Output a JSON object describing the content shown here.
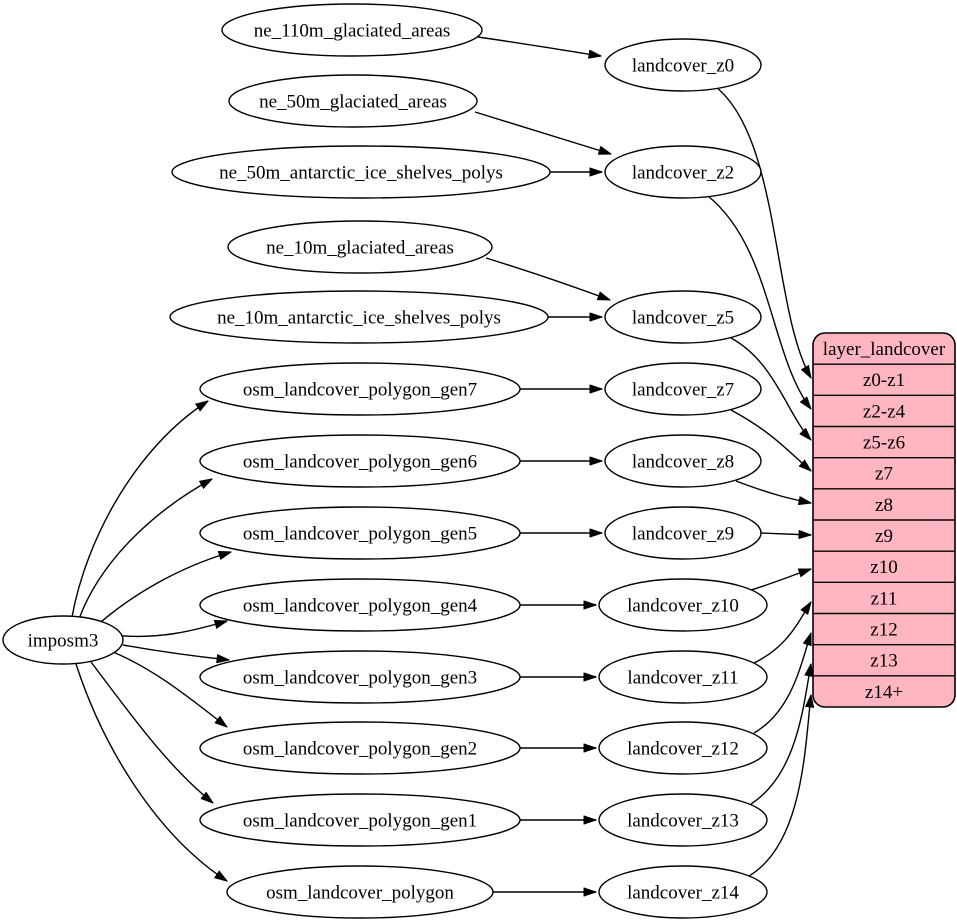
{
  "diagram_type": "etl-dependency-graph",
  "colors": {
    "background": "#ffffff",
    "node_fill": "#ffffff",
    "node_stroke": "#000000",
    "edge_stroke": "#000000",
    "table_fill": "#ffb6c1"
  },
  "nodes": {
    "imposm3": "imposm3",
    "ne_110m_glaciated_areas": "ne_110m_glaciated_areas",
    "ne_50m_glaciated_areas": "ne_50m_glaciated_areas",
    "ne_50m_antarctic_ice_shelves_polys": "ne_50m_antarctic_ice_shelves_polys",
    "ne_10m_glaciated_areas": "ne_10m_glaciated_areas",
    "ne_10m_antarctic_ice_shelves_polys": "ne_10m_antarctic_ice_shelves_polys",
    "osm_landcover_polygon_gen7": "osm_landcover_polygon_gen7",
    "osm_landcover_polygon_gen6": "osm_landcover_polygon_gen6",
    "osm_landcover_polygon_gen5": "osm_landcover_polygon_gen5",
    "osm_landcover_polygon_gen4": "osm_landcover_polygon_gen4",
    "osm_landcover_polygon_gen3": "osm_landcover_polygon_gen3",
    "osm_landcover_polygon_gen2": "osm_landcover_polygon_gen2",
    "osm_landcover_polygon_gen1": "osm_landcover_polygon_gen1",
    "osm_landcover_polygon": "osm_landcover_polygon",
    "landcover_z0": "landcover_z0",
    "landcover_z2": "landcover_z2",
    "landcover_z5": "landcover_z5",
    "landcover_z7": "landcover_z7",
    "landcover_z8": "landcover_z8",
    "landcover_z9": "landcover_z9",
    "landcover_z10": "landcover_z10",
    "landcover_z11": "landcover_z11",
    "landcover_z12": "landcover_z12",
    "landcover_z13": "landcover_z13",
    "landcover_z14": "landcover_z14"
  },
  "table": {
    "title": "layer_landcover",
    "rows": [
      "z0-z1",
      "z2-z4",
      "z5-z6",
      "z7",
      "z8",
      "z9",
      "z10",
      "z11",
      "z12",
      "z13",
      "z14+"
    ]
  },
  "edges": [
    {
      "from": "ne_110m_glaciated_areas",
      "to": "landcover_z0"
    },
    {
      "from": "ne_50m_glaciated_areas",
      "to": "landcover_z2"
    },
    {
      "from": "ne_50m_antarctic_ice_shelves_polys",
      "to": "landcover_z2"
    },
    {
      "from": "ne_10m_glaciated_areas",
      "to": "landcover_z5"
    },
    {
      "from": "ne_10m_antarctic_ice_shelves_polys",
      "to": "landcover_z5"
    },
    {
      "from": "imposm3",
      "to": "osm_landcover_polygon_gen7"
    },
    {
      "from": "imposm3",
      "to": "osm_landcover_polygon_gen6"
    },
    {
      "from": "imposm3",
      "to": "osm_landcover_polygon_gen5"
    },
    {
      "from": "imposm3",
      "to": "osm_landcover_polygon_gen4"
    },
    {
      "from": "imposm3",
      "to": "osm_landcover_polygon_gen3"
    },
    {
      "from": "imposm3",
      "to": "osm_landcover_polygon_gen2"
    },
    {
      "from": "imposm3",
      "to": "osm_landcover_polygon_gen1"
    },
    {
      "from": "imposm3",
      "to": "osm_landcover_polygon"
    },
    {
      "from": "osm_landcover_polygon_gen7",
      "to": "landcover_z7"
    },
    {
      "from": "osm_landcover_polygon_gen6",
      "to": "landcover_z8"
    },
    {
      "from": "osm_landcover_polygon_gen5",
      "to": "landcover_z9"
    },
    {
      "from": "osm_landcover_polygon_gen4",
      "to": "landcover_z10"
    },
    {
      "from": "osm_landcover_polygon_gen3",
      "to": "landcover_z11"
    },
    {
      "from": "osm_landcover_polygon_gen2",
      "to": "landcover_z12"
    },
    {
      "from": "osm_landcover_polygon_gen1",
      "to": "landcover_z13"
    },
    {
      "from": "osm_landcover_polygon",
      "to": "landcover_z14"
    },
    {
      "from": "landcover_z0",
      "to": "layer_landcover:z0-z1"
    },
    {
      "from": "landcover_z2",
      "to": "layer_landcover:z2-z4"
    },
    {
      "from": "landcover_z5",
      "to": "layer_landcover:z5-z6"
    },
    {
      "from": "landcover_z7",
      "to": "layer_landcover:z7"
    },
    {
      "from": "landcover_z8",
      "to": "layer_landcover:z8"
    },
    {
      "from": "landcover_z9",
      "to": "layer_landcover:z9"
    },
    {
      "from": "landcover_z10",
      "to": "layer_landcover:z10"
    },
    {
      "from": "landcover_z11",
      "to": "layer_landcover:z11"
    },
    {
      "from": "landcover_z12",
      "to": "layer_landcover:z12"
    },
    {
      "from": "landcover_z13",
      "to": "layer_landcover:z13"
    },
    {
      "from": "landcover_z14",
      "to": "layer_landcover:z14+"
    }
  ]
}
